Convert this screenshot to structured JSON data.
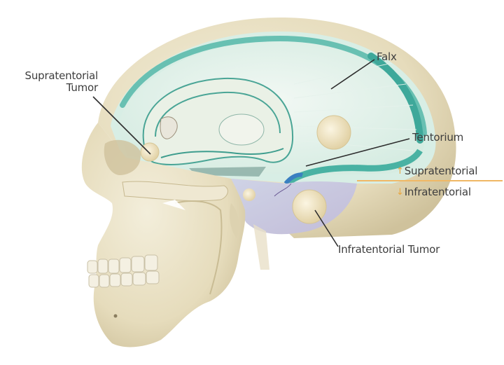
{
  "diagram": {
    "subject": "Sagittal section of skull showing brain, falx, tentorium and tumor locations",
    "labels": {
      "supratentorial_tumor_line1": "Supratentorial",
      "supratentorial_tumor_line2": "Tumor",
      "falx": "Falx",
      "tentorium": "Tentorium",
      "supratentorial": "Supratentorial",
      "infratentorial": "Infratentorial",
      "infratentorial_tumor": "Infratentorial Tumor"
    },
    "arrows": {
      "up": "↑",
      "down": "↓"
    },
    "colors": {
      "bone": "#e8e0c4",
      "bone_shadow": "#c9bd98",
      "meninges_teal": "#4fb6a8",
      "brain_pale_green": "#dcefe6",
      "cerebellum_lavender": "#c8c2dc",
      "tumor": "#efe4c2",
      "divider_line": "#f0b865",
      "leader_line": "#2e2e2e",
      "label_text": "#3d3d3d"
    }
  }
}
